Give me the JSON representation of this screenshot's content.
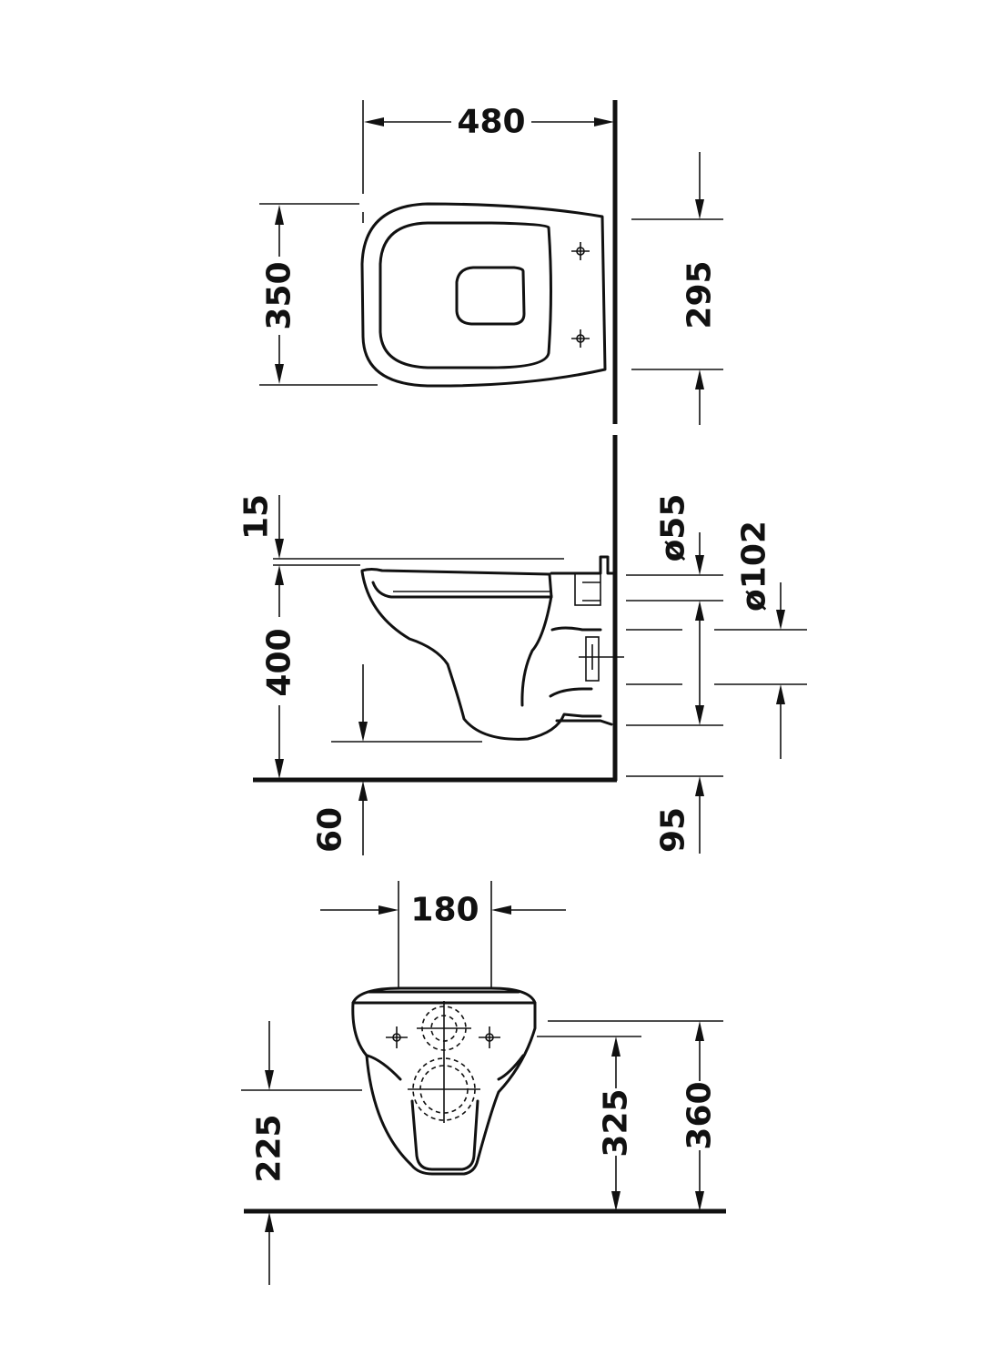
{
  "top_view": {
    "depth": "480",
    "width": "350",
    "fixing_spacing": "295"
  },
  "side_view": {
    "seat_thickness": "15",
    "rim_height": "400",
    "floor_offset": "60",
    "outlet_height": "95",
    "inlet_diameter": "ø55",
    "outlet_diameter": "ø102"
  },
  "front_view": {
    "outlet_width": "180",
    "outlet_center_height": "225",
    "inlet_height": "325",
    "fixing_height": "360"
  }
}
